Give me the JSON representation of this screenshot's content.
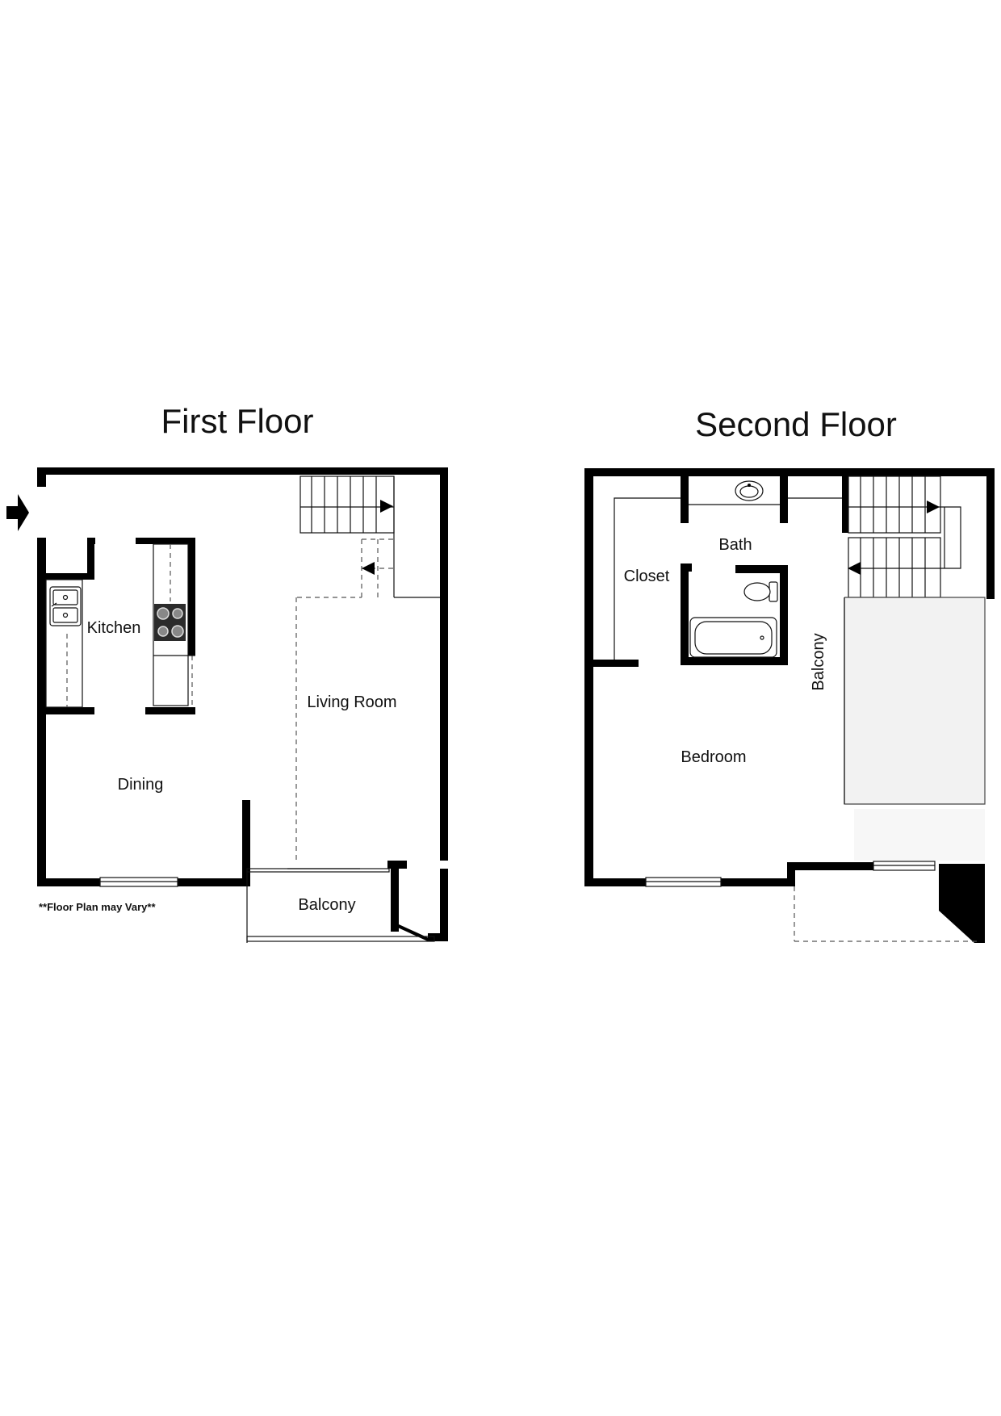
{
  "first_floor": {
    "title": "First Floor",
    "rooms": {
      "kitchen": "Kitchen",
      "dining": "Dining",
      "living_room": "Living Room",
      "balcony": "Balcony"
    },
    "note": "**Floor Plan may Vary**"
  },
  "second_floor": {
    "title": "Second Floor",
    "rooms": {
      "bath": "Bath",
      "closet": "Closet",
      "bedroom": "Bedroom",
      "balcony": "Balcony"
    }
  },
  "icons": [
    "entry-arrow-icon",
    "sink-icon",
    "stove-icon",
    "stairs-arrow-icon",
    "toilet-icon",
    "bathtub-icon",
    "washbasin-icon"
  ]
}
